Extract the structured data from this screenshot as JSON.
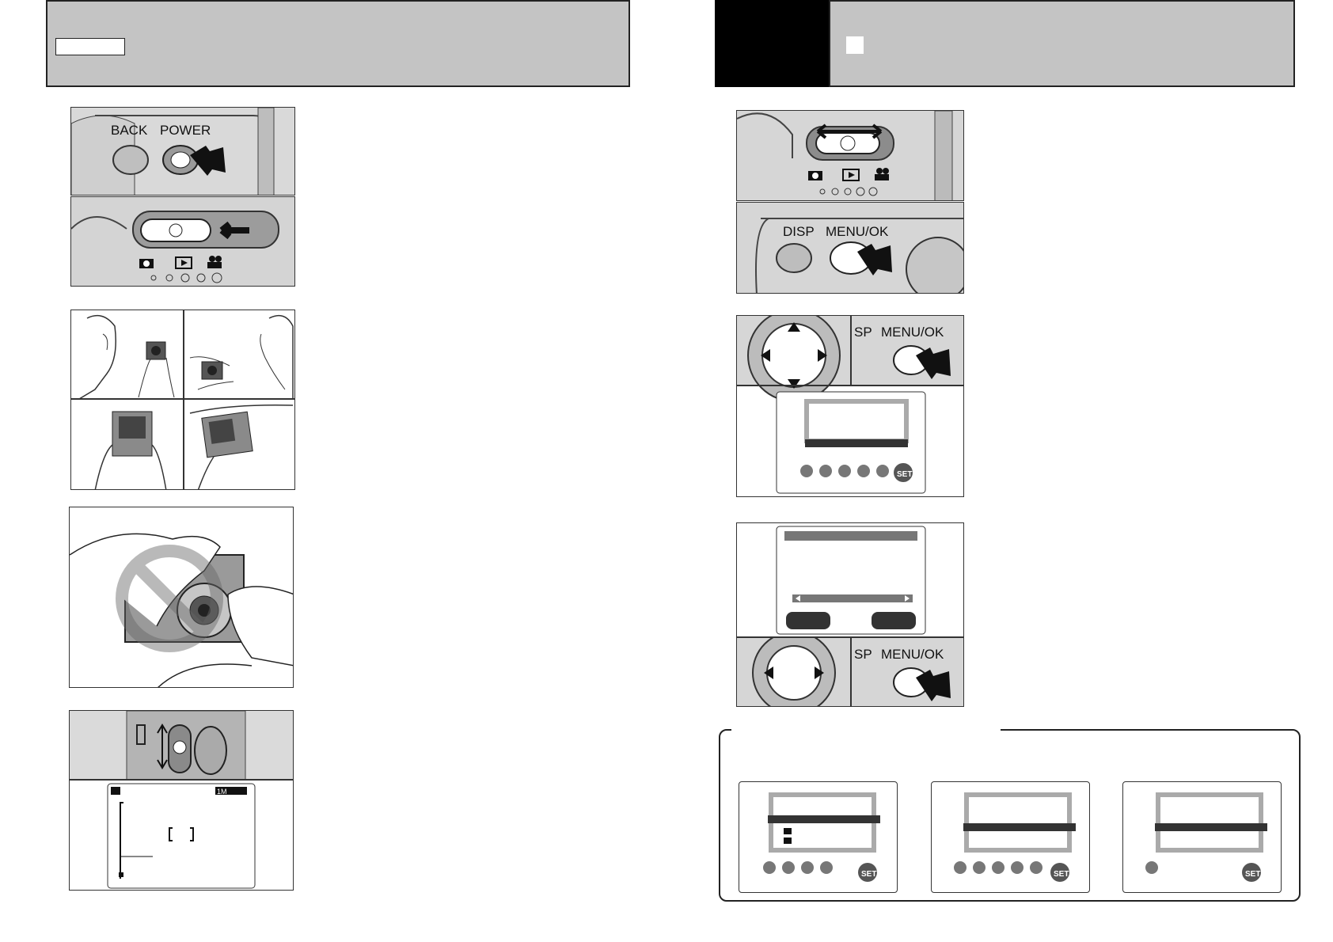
{
  "icons": {
    "camera": "camera-icon",
    "playback": "playback-icon",
    "movie": "movie-icon",
    "set": "set-icon",
    "arrow": "arrow-icon"
  },
  "labels": {
    "back": "BACK",
    "power": "POWER",
    "disp": "DISP",
    "menu_ok": "MENU/OK",
    "sp": "SP",
    "set": "SET",
    "one_m": "1M"
  },
  "colors": {
    "header_gray": "#c4c4c4",
    "panel_gray": "#e6e6e6",
    "dark": "#111111"
  }
}
